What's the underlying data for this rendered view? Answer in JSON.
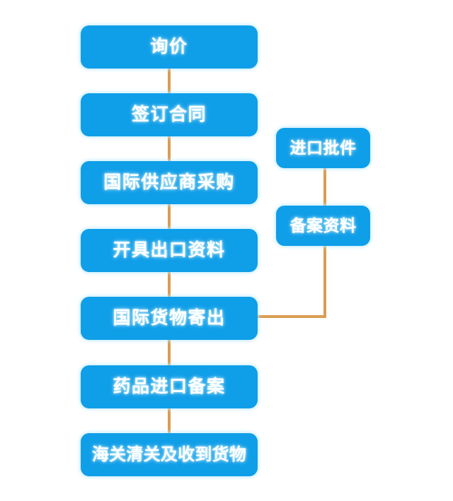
{
  "diagram": {
    "type": "flowchart",
    "orientation": "vertical",
    "background_color": "#ffffff",
    "node_fill_color": "#0f9ee8",
    "node_text_color": "#ffffff",
    "connector_color": "#d99d52",
    "main_flow": [
      {
        "id": "inquiry",
        "label": "询价"
      },
      {
        "id": "contract",
        "label": "签订合同"
      },
      {
        "id": "procurement",
        "label": "国际供应商采购"
      },
      {
        "id": "export_docs",
        "label": "开具出口资料"
      },
      {
        "id": "shipment",
        "label": "国际货物寄出"
      },
      {
        "id": "drug_filing",
        "label": "药品进口备案"
      },
      {
        "id": "customs",
        "label": "海关清关及收到货物"
      }
    ],
    "branch_flow": [
      {
        "id": "import_permit",
        "label": "进口批件"
      },
      {
        "id": "record_docs",
        "label": "备案资料"
      }
    ],
    "connections": [
      {
        "from": "inquiry",
        "to": "contract",
        "style": "vertical"
      },
      {
        "from": "contract",
        "to": "procurement",
        "style": "vertical"
      },
      {
        "from": "procurement",
        "to": "export_docs",
        "style": "vertical"
      },
      {
        "from": "export_docs",
        "to": "shipment",
        "style": "vertical"
      },
      {
        "from": "shipment",
        "to": "drug_filing",
        "style": "vertical"
      },
      {
        "from": "drug_filing",
        "to": "customs",
        "style": "vertical"
      },
      {
        "from": "import_permit",
        "to": "record_docs",
        "style": "vertical"
      },
      {
        "from": "record_docs",
        "to": "shipment",
        "style": "elbow"
      }
    ]
  }
}
